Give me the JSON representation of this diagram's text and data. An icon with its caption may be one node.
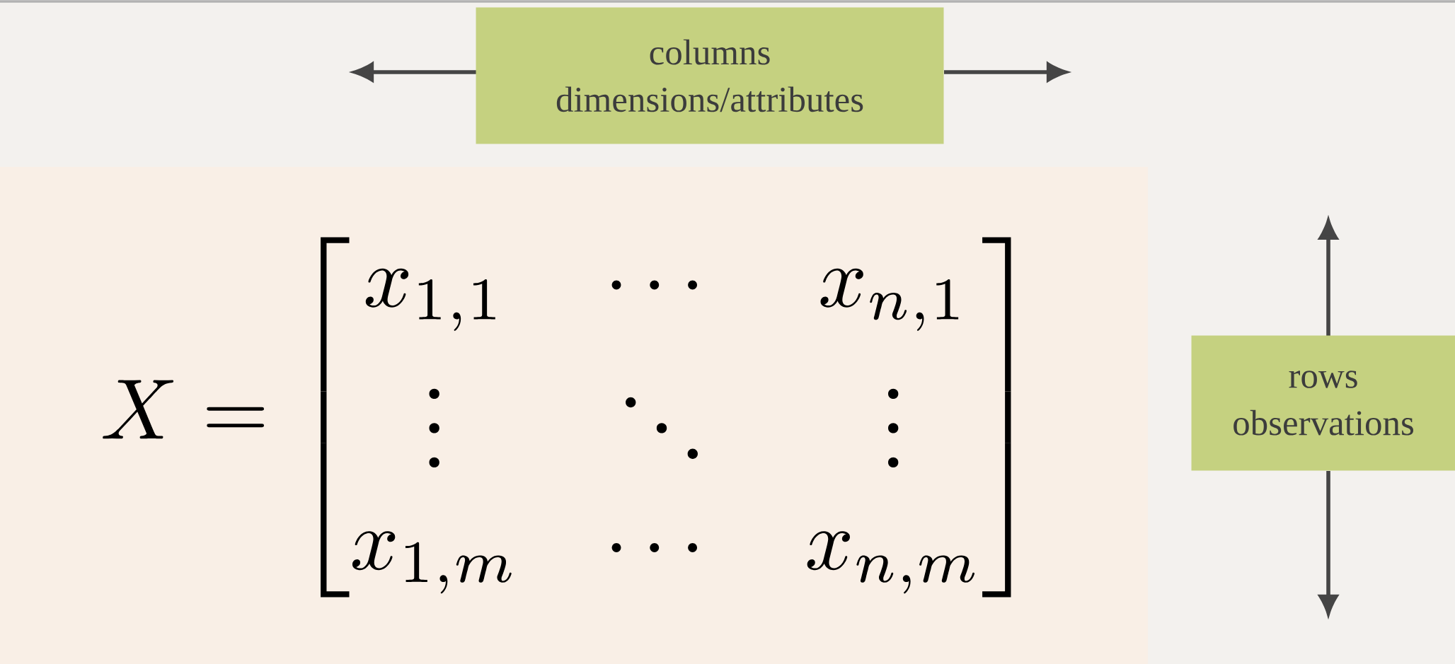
{
  "diagram": {
    "nodes": [
      {
        "text": [
          "columns",
          "dimensions/attributes"
        ]
      },
      {
        "text": [
          "rows",
          "observations"
        ]
      }
    ],
    "labels": [
      "X = \\begin{bmatrix} x_{1,1} & \\cdots & x_{n,1} \\\\ \\vdots & \\ddots & \\vdots \\\\ x_{1,m} & \\cdots & x_{n,m} \\end{bmatrix}"
    ]
  }
}
